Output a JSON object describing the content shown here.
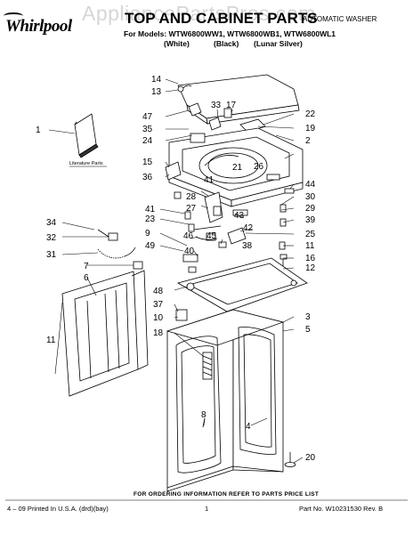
{
  "watermark": "AppliancePartsPros.com",
  "brand": "Whirlpool",
  "header": {
    "title": "TOP AND CABINET PARTS",
    "subtitle": "AUTOMATIC WASHER",
    "models": "For Models: WTW6800WW1, WTW6800WB1, WTW6800WL1",
    "variants": [
      "(White)",
      "(Black)",
      "(Lunar Silver)"
    ]
  },
  "literature_label": "Literature Parts",
  "callouts": {
    "c1": "1",
    "c2": "2",
    "c3": "3",
    "c4": "4",
    "c5": "5",
    "c6": "6",
    "c7": "7",
    "c8": "8",
    "c9": "9",
    "c10": "10",
    "c11": "11",
    "c11b": "11",
    "c12": "12",
    "c13": "13",
    "c14": "14",
    "c15": "15",
    "c16": "16",
    "c17": "17",
    "c18": "18",
    "c19": "19",
    "c20": "20",
    "c21": "21",
    "c22": "22",
    "c23": "23",
    "c24": "24",
    "c25": "25",
    "c26": "26",
    "c27": "27",
    "c28": "28",
    "c29": "29",
    "c30": "30",
    "c31": "31",
    "c32": "32",
    "c33": "33",
    "c34": "34",
    "c35": "35",
    "c36": "36",
    "c37": "37",
    "c38": "38",
    "c39": "39",
    "c40": "40",
    "c41": "41",
    "c41b": "41",
    "c42": "42",
    "c43": "43",
    "c44": "44",
    "c45": "45",
    "c46": "46",
    "c47": "47",
    "c48": "48",
    "c49": "49"
  },
  "footer": {
    "order_info": "FOR ORDERING INFORMATION REFER TO PARTS PRICE LIST",
    "printed": "4 – 09 Printed In U.S.A. (drd)(bay)",
    "page": "1",
    "part_no": "Part No. W10231530 Rev. B"
  }
}
